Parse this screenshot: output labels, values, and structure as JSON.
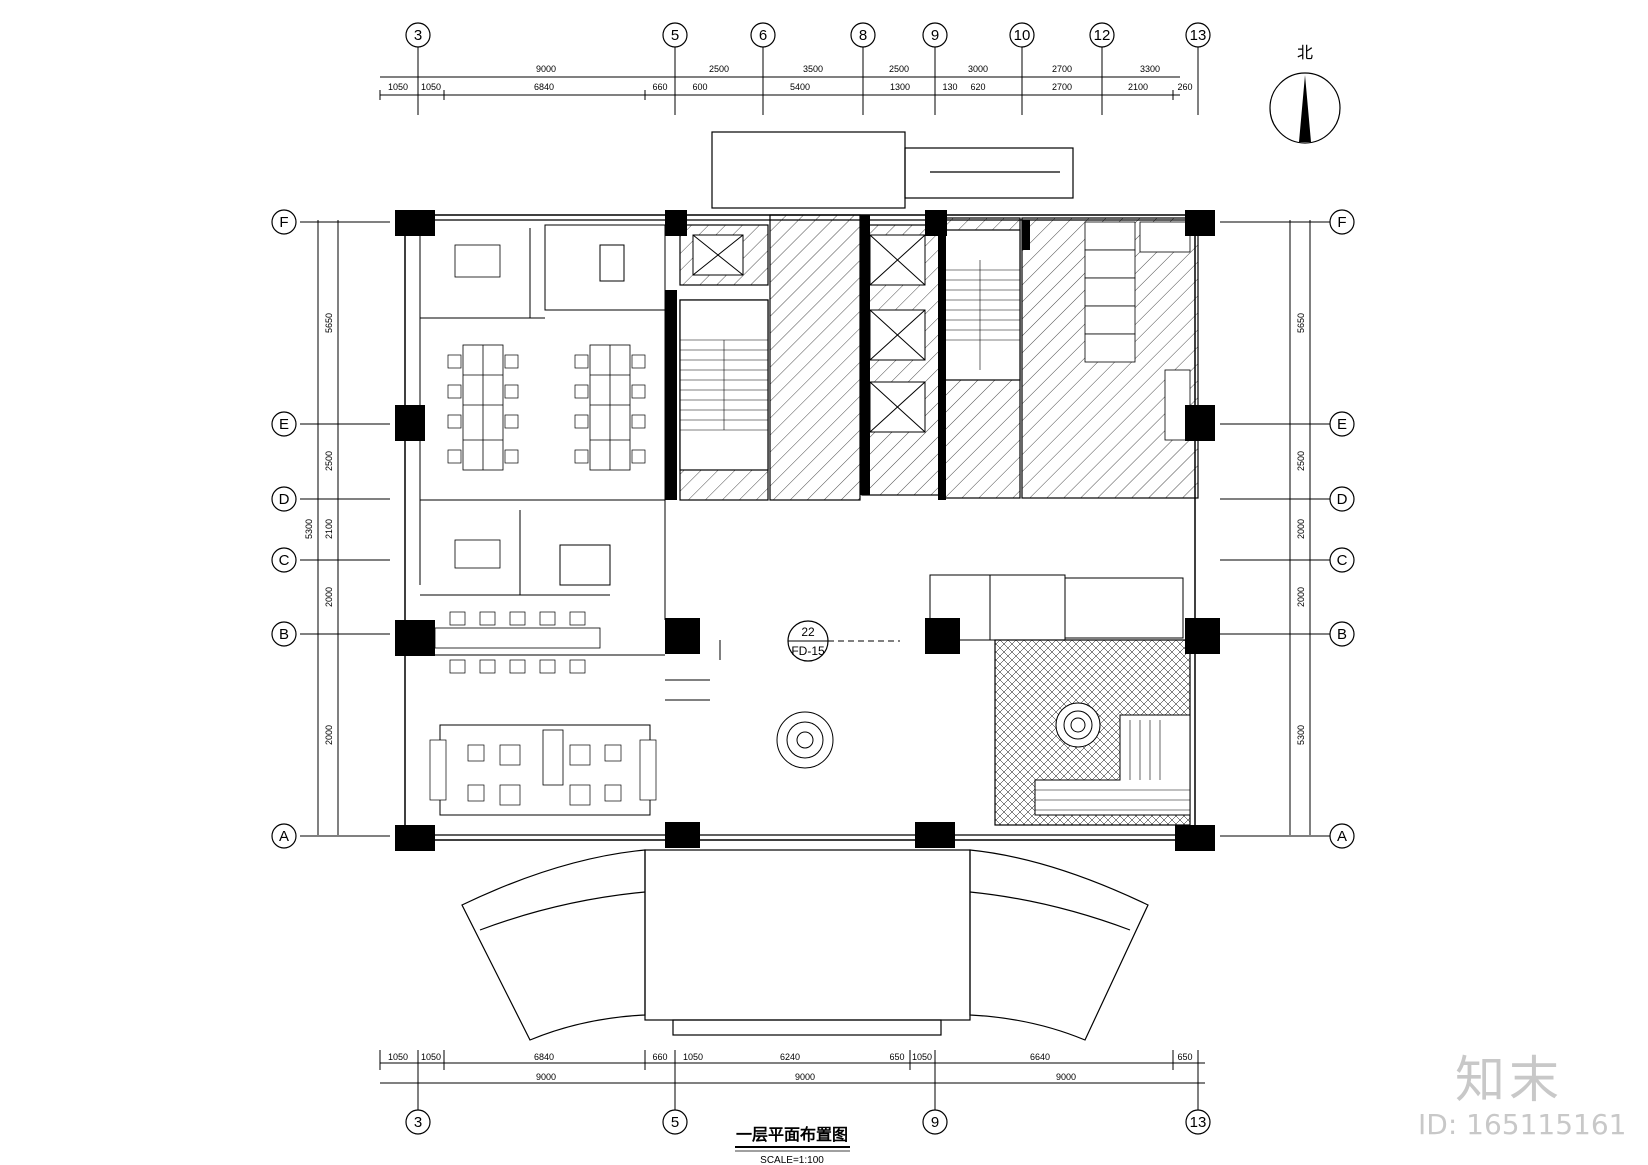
{
  "north_label": "北",
  "grid_top": [
    "3",
    "5",
    "6",
    "8",
    "9",
    "10",
    "12",
    "13"
  ],
  "grid_bottom": [
    "3",
    "5",
    "9",
    "13"
  ],
  "grid_rows": [
    "F",
    "E",
    "D",
    "C",
    "B",
    "A"
  ],
  "dims_top_1": [
    "9000",
    "2500",
    "3500",
    "2500",
    "3000",
    "2700",
    "3300"
  ],
  "dims_top_2": [
    "1050",
    "1050",
    "6840",
    "660",
    "600",
    "5400",
    "1300",
    "130",
    "620",
    "2700",
    "2100",
    "260"
  ],
  "dims_bottom_1": [
    "1050",
    "1050",
    "6840",
    "660",
    "1050",
    "6240",
    "650",
    "1050",
    "6640",
    "650"
  ],
  "dims_bottom_2": [
    "9000",
    "9000",
    "9000"
  ],
  "dims_left": [
    "5650",
    "2500",
    "2100",
    "2000",
    "2000",
    "5300"
  ],
  "dims_right": [
    "5650",
    "2500",
    "2000",
    "2000",
    "5300"
  ],
  "callout": {
    "number": "22",
    "sheet": "FD-15"
  },
  "drawing_title": "一层平面布置图",
  "scale": "SCALE=1:100",
  "watermark": {
    "brand": "知末",
    "id": "ID: 165115161"
  }
}
